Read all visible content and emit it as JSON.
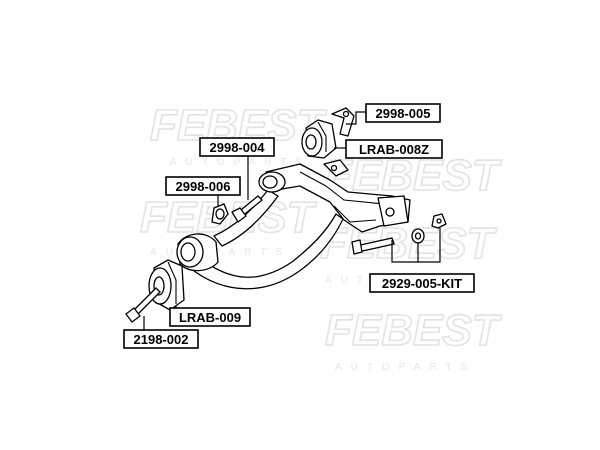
{
  "watermark": {
    "brand": "FEBEST",
    "sub": "AUTOPARTS"
  },
  "callouts": [
    {
      "id": "c-2998-005",
      "label": "2998-005"
    },
    {
      "id": "c-lrab-008z",
      "label": "LRAB-008Z"
    },
    {
      "id": "c-2998-004",
      "label": "2998-004"
    },
    {
      "id": "c-2998-006",
      "label": "2998-006"
    },
    {
      "id": "c-2929-005-kit",
      "label": "2929-005-KIT"
    },
    {
      "id": "c-lrab-009",
      "label": "LRAB-009"
    },
    {
      "id": "c-2198-002",
      "label": "2198-002"
    }
  ],
  "colors": {
    "line": "#000000",
    "background": "#ffffff",
    "watermark": "#e3e3e3"
  }
}
